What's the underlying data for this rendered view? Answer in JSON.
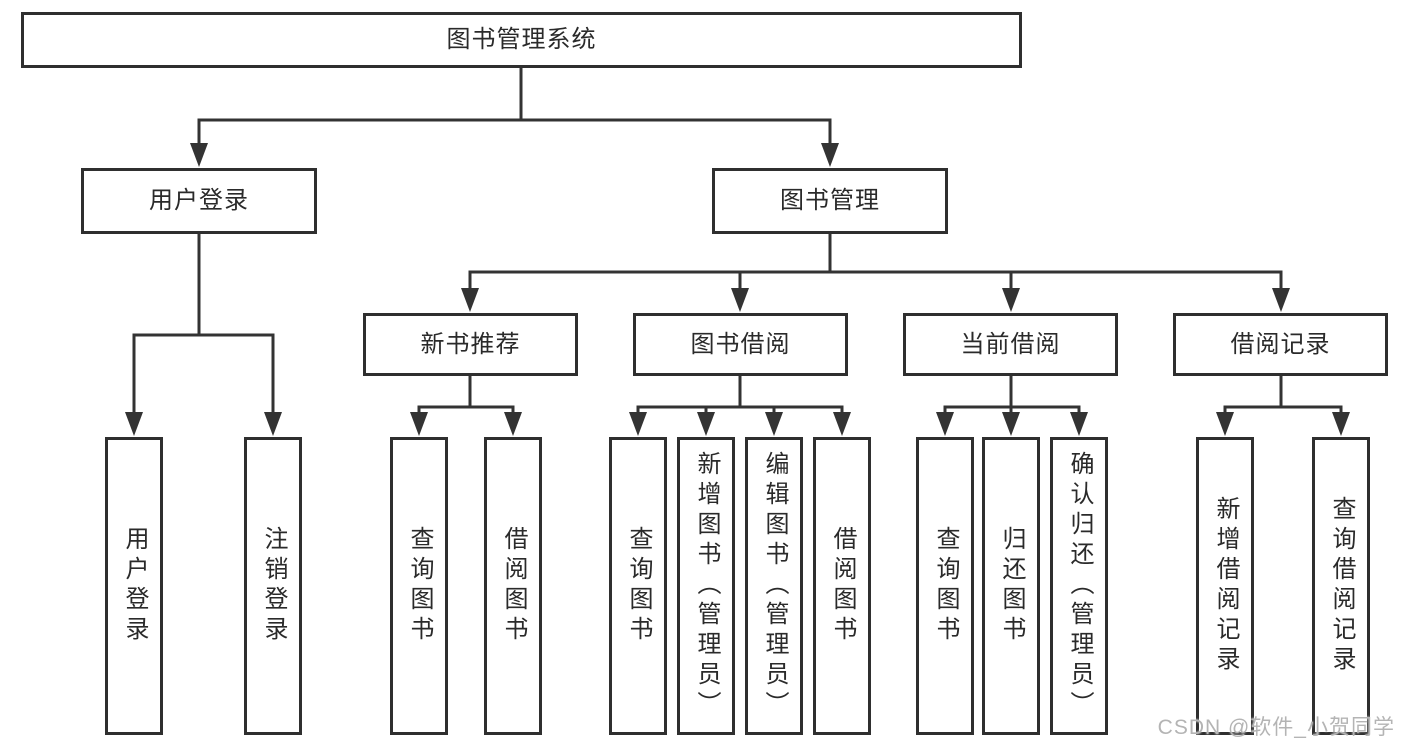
{
  "tree": {
    "root": {
      "label": "图书管理系统"
    },
    "branches": [
      {
        "label": "用户登录",
        "children": [
          {
            "label": "用户登录"
          },
          {
            "label": "注销登录"
          }
        ]
      },
      {
        "label": "图书管理",
        "children": [
          {
            "label": "新书推荐",
            "children": [
              {
                "label": "查询图书"
              },
              {
                "label": "借阅图书"
              }
            ]
          },
          {
            "label": "图书借阅",
            "children": [
              {
                "label": "查询图书"
              },
              {
                "label": "新增图书（管理员）"
              },
              {
                "label": "编辑图书（管理员）"
              },
              {
                "label": "借阅图书"
              }
            ]
          },
          {
            "label": "当前借阅",
            "children": [
              {
                "label": "查询图书"
              },
              {
                "label": "归还图书"
              },
              {
                "label": "确认归还（管理员）"
              }
            ]
          },
          {
            "label": "借阅记录",
            "children": [
              {
                "label": "新增借阅记录"
              },
              {
                "label": "查询借阅记录"
              }
            ]
          }
        ]
      }
    ]
  },
  "watermark": "CSDN @软件_小贺同学",
  "colors": {
    "line": "#333333",
    "box_border": "#2f2f2f",
    "text": "#2a2a2a",
    "watermark": "#b4b4b4",
    "background": "#ffffff"
  }
}
